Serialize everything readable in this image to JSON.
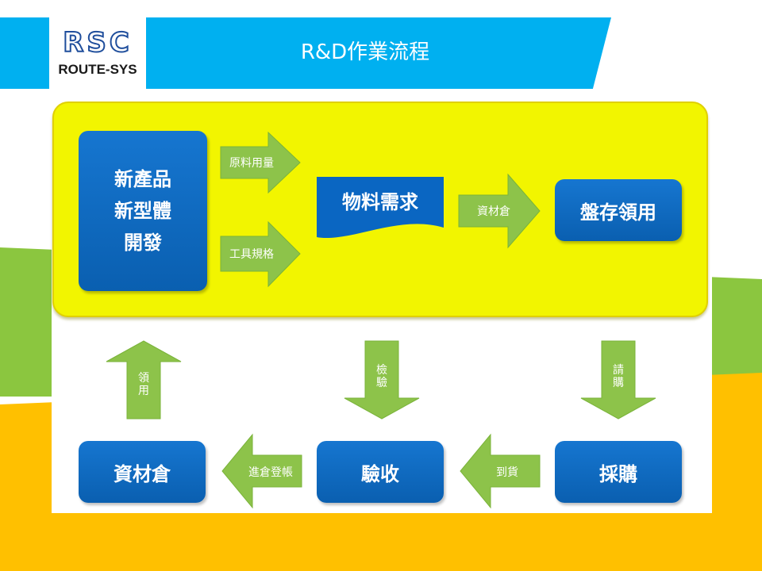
{
  "header": {
    "logo_main": "RSC",
    "logo_sub": "ROUTE-SYS",
    "title": "R&D作業流程"
  },
  "colors": {
    "header": "#00b0f0",
    "bg_green": "#8bc63f",
    "bg_yellow": "#ffc000",
    "panel_yellow": "#f2f500",
    "node_blue": "#0a66c2",
    "arrow_green": "#8dc34a"
  },
  "nodes": {
    "new_product_lines": [
      "新產品",
      "新型體",
      "開發"
    ],
    "material_demand": "物料需求",
    "inventory_issue": "盤存領用",
    "warehouse": "資材倉",
    "inspection": "驗收",
    "purchase": "採購"
  },
  "arrows": {
    "raw_material": "原料用量",
    "tool_spec": "工具規格",
    "warehouse_to_inventory": "資材倉",
    "issue_chars": [
      "領",
      "用"
    ],
    "inspect_chars": [
      "檢",
      "驗"
    ],
    "request_chars": [
      "請",
      "購"
    ],
    "stock_in": "進倉登帳",
    "arrival": "到貨"
  }
}
